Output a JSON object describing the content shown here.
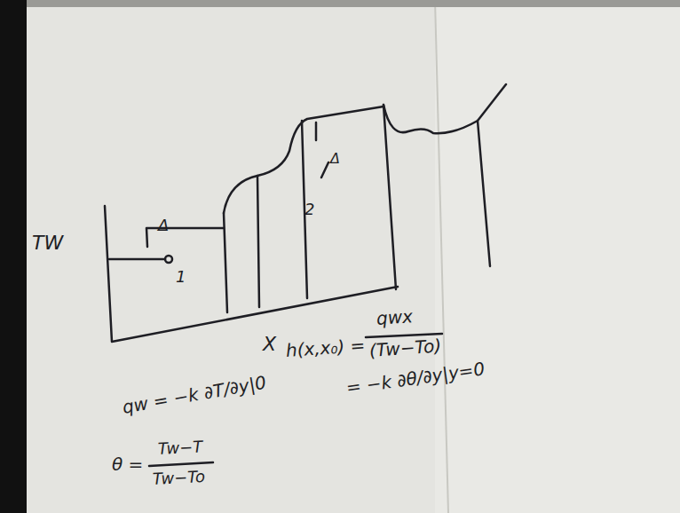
{
  "diagram": {
    "labels": [
      "TW",
      "Δ",
      "1",
      "Δ",
      "2",
      "X",
      "h(x,x₀) =",
      "qwx",
      "(Tw−To)",
      "= −k ∂θ/∂y|y=0",
      "qw = −k ∂T/∂y|0",
      "θ =",
      "Tw−T",
      "Tw−To"
    ]
  }
}
